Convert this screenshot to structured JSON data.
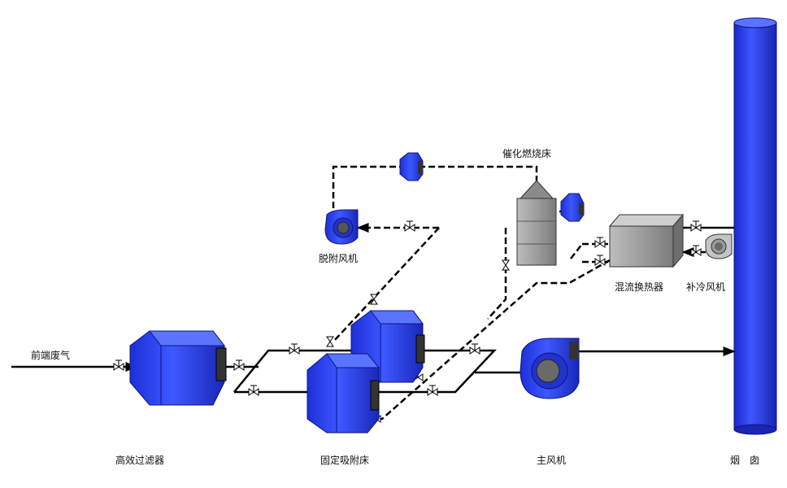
{
  "labels": {
    "inlet": "前端废气",
    "filter": "高效过滤器",
    "adsorber": "固定吸附床",
    "main_fan": "主风机",
    "chimney": "烟　囱",
    "desorb_fan": "脱附风机",
    "catalytic": "催化燃烧床",
    "heat_exchanger": "混流换热器",
    "cooling_fan": "补冷风机"
  },
  "colors": {
    "equipment_blue": "#2f46f0",
    "equipment_dark": "#1a2ab0",
    "gray_unit": "#9a9a9a",
    "pipe": "#000000"
  }
}
